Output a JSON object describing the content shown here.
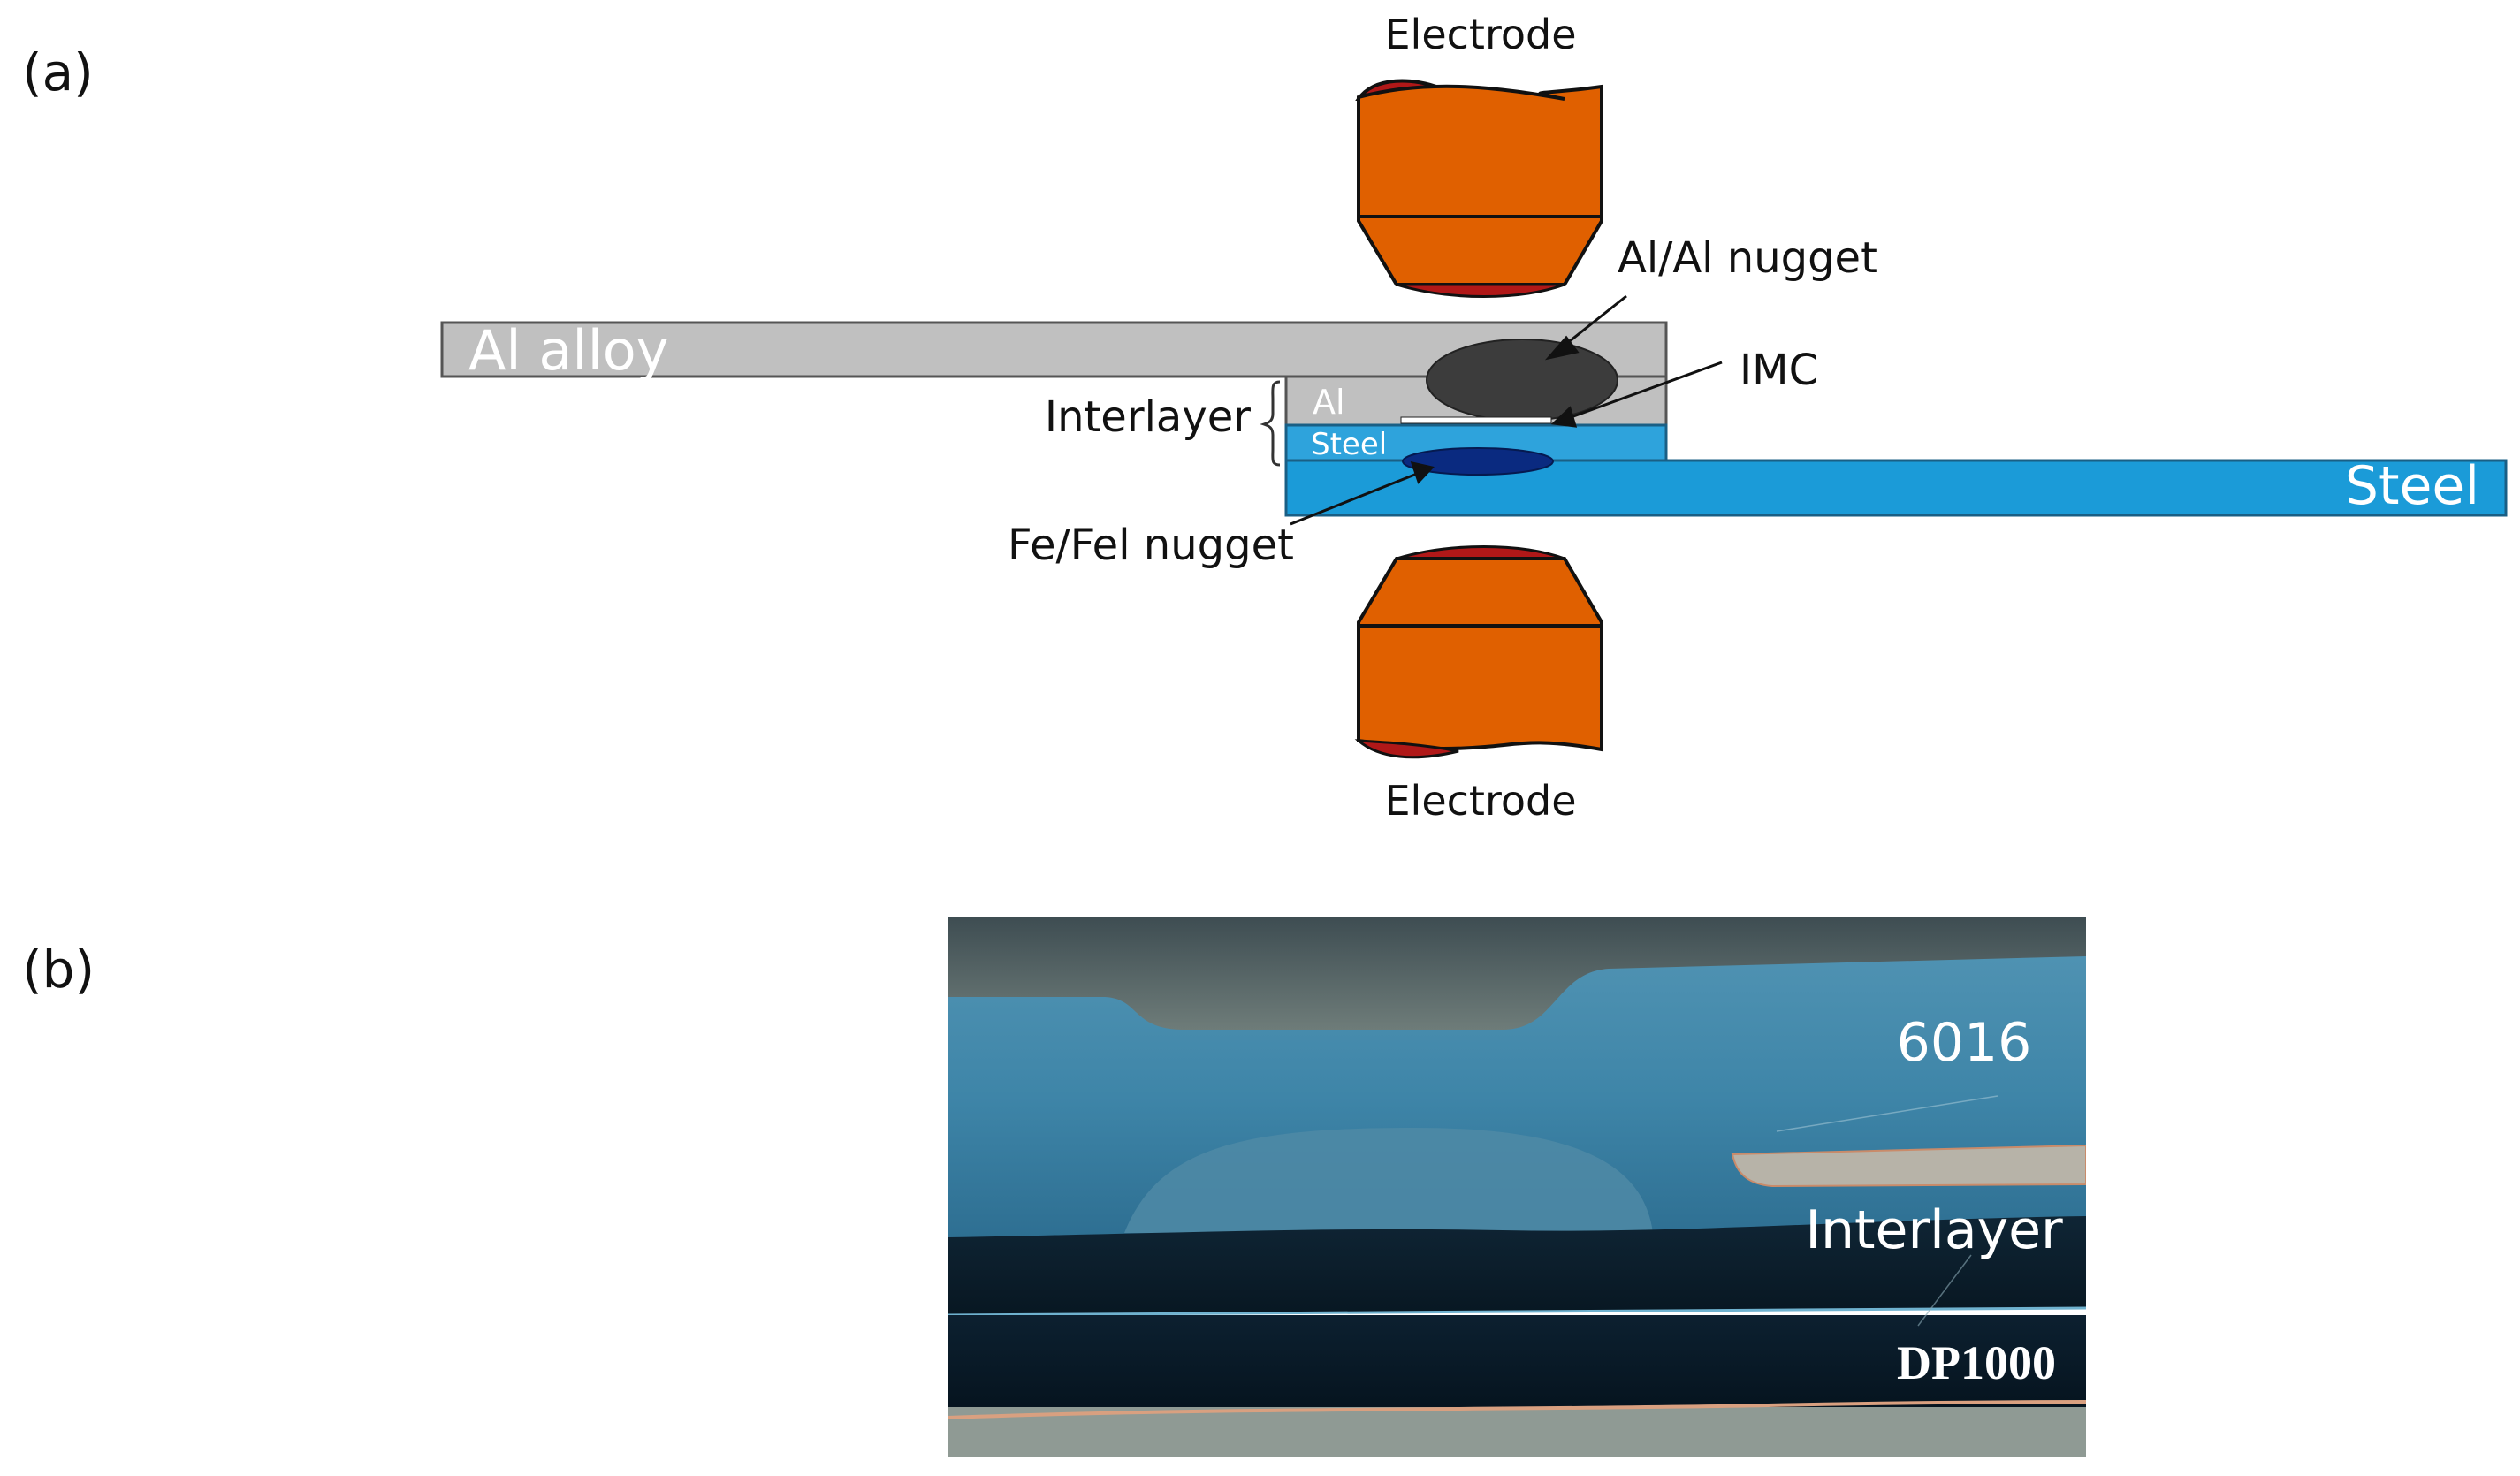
{
  "panel_a": {
    "label": "(a)",
    "electrode_top_label": "Electrode",
    "electrode_bottom_label": "Electrode",
    "al_alloy_label": "Al alloy",
    "steel_label": "Steel",
    "interlayer_label": "Interlayer",
    "interlayer_al_label": "Al",
    "interlayer_steel_label": "Steel",
    "al_nugget_label": "Al/Al nugget",
    "imc_label": "IMC",
    "fe_nugget_label": "Fe/Fel nugget",
    "colors": {
      "electrode": "#e06000",
      "electrode_tip": "#b01818",
      "al_alloy": "#c0c0c0",
      "steel": "#1b9bd8",
      "interlayer_steel": "#2ea3dc",
      "al_nugget": "#3c3c3c",
      "fe_nugget": "#0a2a80"
    }
  },
  "panel_b": {
    "label": "(b)",
    "label_6016": "6016",
    "label_interlayer": "Interlayer",
    "label_dp1000": "DP1000"
  }
}
